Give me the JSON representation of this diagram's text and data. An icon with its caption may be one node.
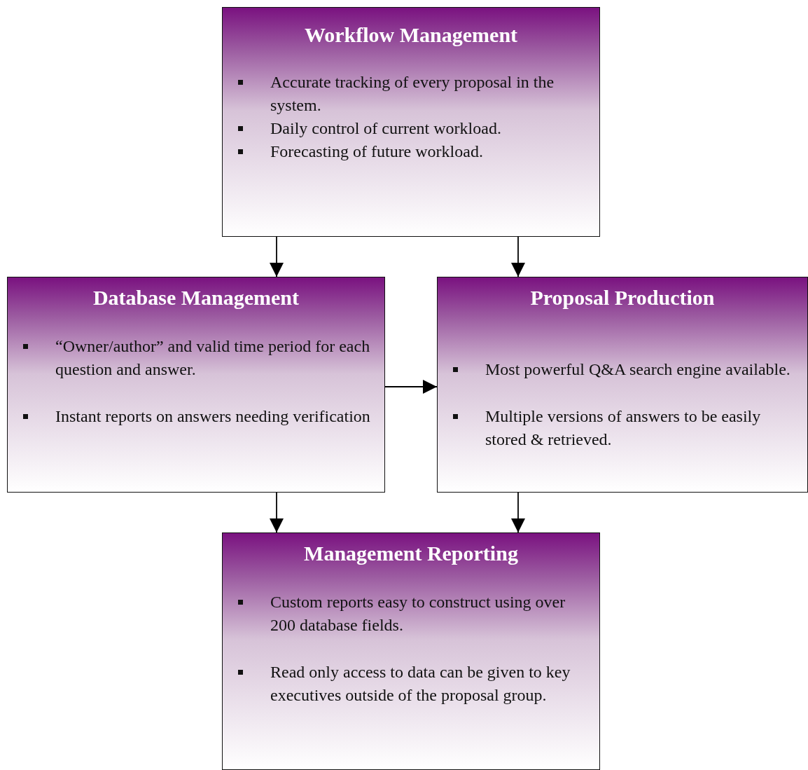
{
  "diagram": {
    "nodes": [
      {
        "text": [
          "Workflow Management",
          "Accurate tracking of every proposal in the system.",
          "Daily control of current workload.",
          "Forecasting of future workload."
        ]
      },
      {
        "text": [
          "Database Management",
          "“Owner/author” and valid time period for each question and answer.",
          "Instant reports on answers needing verification"
        ]
      },
      {
        "text": [
          "Proposal Production",
          "Most powerful Q&A search engine available.",
          "Multiple versions of answers to be easily stored & retrieved."
        ]
      },
      {
        "text": [
          "Management Reporting",
          "Custom reports easy to construct using over 200 database fields.",
          "Read only access to data can be given to key executives outside of the proposal group."
        ]
      }
    ],
    "edges": [
      {
        "from": 0,
        "to": 1,
        "arrow": "to"
      },
      {
        "from": 0,
        "to": 2,
        "arrow": "to"
      },
      {
        "from": 1,
        "to": 2,
        "arrow": "to"
      },
      {
        "from": 1,
        "to": 3,
        "arrow": "to"
      },
      {
        "from": 2,
        "to": 3,
        "arrow": "to"
      }
    ]
  }
}
